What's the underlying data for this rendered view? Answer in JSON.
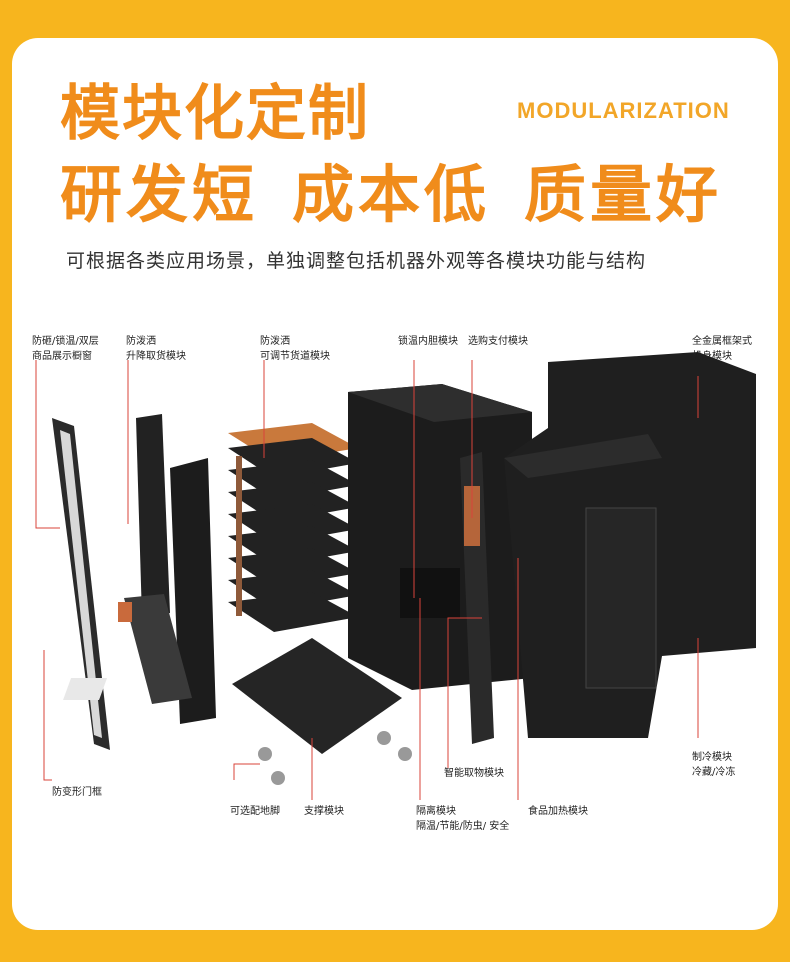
{
  "heading": {
    "main": "模块化定制",
    "english": "MODULARIZATION",
    "benefits": [
      "研发短",
      "成本低",
      "质量好"
    ],
    "description": "可根据各类应用场景，单独调整包括机器外观等各模块功能与结构"
  },
  "labels": {
    "l1a": "防砸/锁温/双层",
    "l1b": "商品展示橱窗",
    "l2a": "防泼洒",
    "l2b": "升降取货模块",
    "l3a": "防泼洒",
    "l3b": "可调节货道模块",
    "l4": "锁温内胆模块",
    "l5": "选购支付模块",
    "l6a": "全金属框架式",
    "l6b": "机身模块",
    "l7": "防变形门框",
    "l8": "可选配地脚",
    "l9": "支撑模块",
    "l10a": "隔离模块",
    "l10b": "隔温/节能/防虫/ 安全",
    "l11": "智能取物模块",
    "l12": "食品加热模块",
    "l13a": "制冷模块",
    "l13b": "冷藏/冷冻"
  },
  "colors": {
    "background": "#f7b51e",
    "title": "#f08c1b",
    "english": "#f2a628",
    "leader": "#d9433a",
    "machine": "#1e1e1e"
  },
  "icons": [
    "door-frame-icon",
    "lift-module-icon",
    "shelf-module-icon",
    "cabinet-icon",
    "payment-screen-icon",
    "frame-body-icon",
    "support-base-icon",
    "foot-icon"
  ]
}
